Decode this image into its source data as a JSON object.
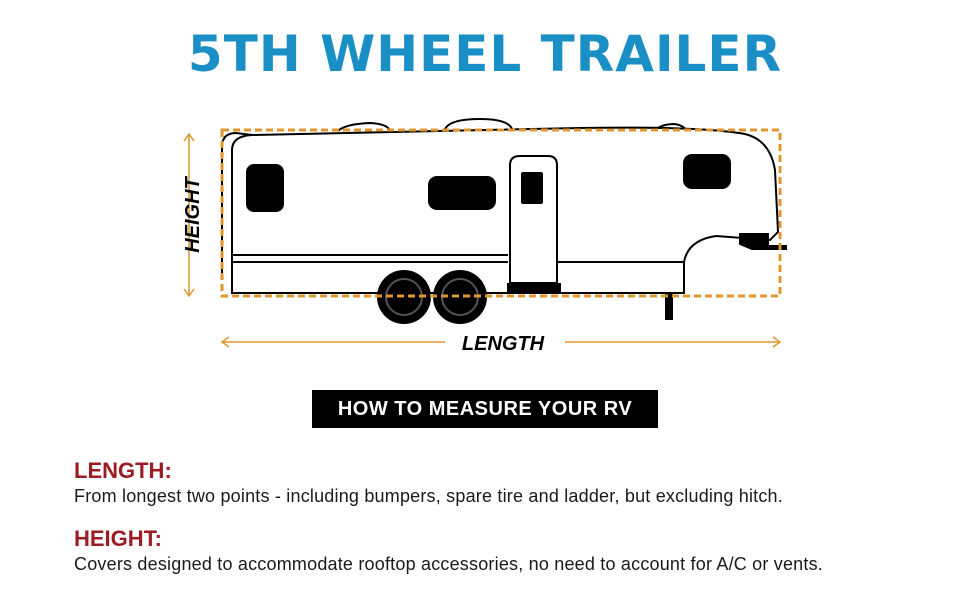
{
  "title": "5TH WHEEL TRAILER",
  "diagram": {
    "height_label": "HEIGHT",
    "length_label": "LENGTH",
    "colors": {
      "dimension": "#e0962f",
      "trailer_outline": "#000000",
      "trailer_fill": "#ffffff"
    }
  },
  "banner": "HOW TO MEASURE YOUR RV",
  "sections": [
    {
      "heading": "LENGTH:",
      "text": "From longest two points - including bumpers, spare tire and ladder, but excluding hitch."
    },
    {
      "heading": "HEIGHT:",
      "text": "Covers designed to accommodate rooftop accessories, no need to account for A/C or vents."
    }
  ],
  "colors": {
    "title": "#1a8fc5",
    "heading": "#9b1c22",
    "banner_bg": "#000000",
    "banner_text": "#ffffff"
  }
}
